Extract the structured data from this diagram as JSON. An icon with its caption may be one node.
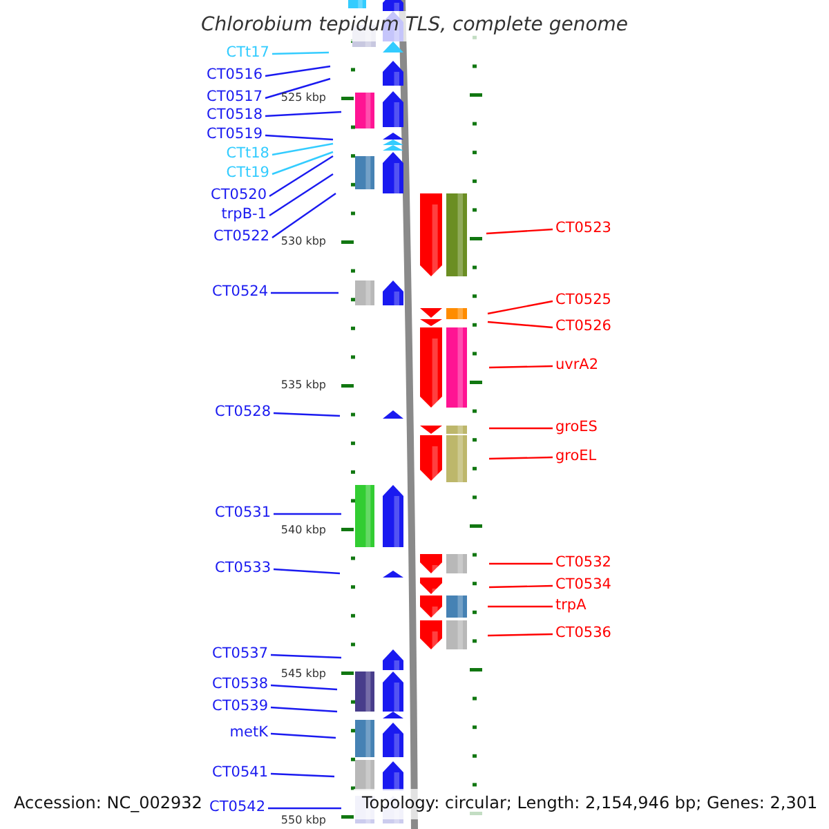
{
  "diagram": {
    "title": "Chlorobium tepidum TLS, complete genome",
    "nodes": [
      {
        "text": [
          "CTt17"
        ]
      },
      {
        "text": [
          "CT0516"
        ]
      },
      {
        "text": [
          "CT0517"
        ]
      },
      {
        "text": [
          "CT0518"
        ]
      },
      {
        "text": [
          "CT0519"
        ]
      },
      {
        "text": [
          "CTt18"
        ]
      },
      {
        "text": [
          "CTt19"
        ]
      },
      {
        "text": [
          "CT0520"
        ]
      },
      {
        "text": [
          "trpB-1"
        ]
      },
      {
        "text": [
          "CT0522"
        ]
      },
      {
        "text": [
          "CT0524"
        ]
      },
      {
        "text": [
          "CT0528"
        ]
      },
      {
        "text": [
          "CT0531"
        ]
      },
      {
        "text": [
          "CT0533"
        ]
      },
      {
        "text": [
          "CT0537"
        ]
      },
      {
        "text": [
          "CT0538"
        ]
      },
      {
        "text": [
          "CT0539"
        ]
      },
      {
        "text": [
          "metK"
        ]
      },
      {
        "text": [
          "CT0541"
        ]
      },
      {
        "text": [
          "CT0542"
        ]
      },
      {
        "text": [
          "CT0523"
        ]
      },
      {
        "text": [
          "CT0525"
        ]
      },
      {
        "text": [
          "CT0526"
        ]
      },
      {
        "text": [
          "uvrA2"
        ]
      },
      {
        "text": [
          "groES"
        ]
      },
      {
        "text": [
          "groEL"
        ]
      },
      {
        "text": [
          "CT0532"
        ]
      },
      {
        "text": [
          "CT0534"
        ]
      },
      {
        "text": [
          "trpA"
        ]
      },
      {
        "text": [
          "CT0536"
        ]
      }
    ],
    "edges": [
      {
        "from": 0,
        "to": null,
        "arrow": "none",
        "color": "#33ccff"
      },
      {
        "from": 1,
        "to": null,
        "arrow": "none"
      },
      {
        "from": 2,
        "to": null,
        "arrow": "none"
      },
      {
        "from": 3,
        "to": null,
        "arrow": "none"
      },
      {
        "from": 4,
        "to": null,
        "arrow": "none"
      },
      {
        "from": 5,
        "to": null,
        "arrow": "none",
        "color": "#33ccff"
      },
      {
        "from": 6,
        "to": null,
        "arrow": "none",
        "color": "#33ccff"
      },
      {
        "from": 7,
        "to": null,
        "arrow": "none"
      },
      {
        "from": 8,
        "to": null,
        "arrow": "none"
      },
      {
        "from": 9,
        "to": null,
        "arrow": "none"
      },
      {
        "from": 10,
        "to": null,
        "arrow": "none"
      },
      {
        "from": 11,
        "to": null,
        "arrow": "none"
      },
      {
        "from": 12,
        "to": null,
        "arrow": "none"
      },
      {
        "from": 13,
        "to": null,
        "arrow": "none"
      },
      {
        "from": 14,
        "to": null,
        "arrow": "none"
      },
      {
        "from": 15,
        "to": null,
        "arrow": "none"
      },
      {
        "from": 16,
        "to": null,
        "arrow": "none"
      },
      {
        "from": 17,
        "to": null,
        "arrow": "none"
      },
      {
        "from": 18,
        "to": null,
        "arrow": "none"
      },
      {
        "from": 19,
        "to": null,
        "arrow": "none"
      },
      {
        "from": 20,
        "to": null,
        "arrow": "none",
        "color": "#ff0000"
      },
      {
        "from": 21,
        "to": null,
        "arrow": "none",
        "color": "#ff0000"
      },
      {
        "from": 22,
        "to": null,
        "arrow": "none",
        "color": "#ff0000"
      },
      {
        "from": 23,
        "to": null,
        "arrow": "none",
        "color": "#ff0000"
      },
      {
        "from": 24,
        "to": null,
        "arrow": "none",
        "color": "#ff0000"
      },
      {
        "from": 25,
        "to": null,
        "arrow": "none",
        "color": "#ff0000"
      },
      {
        "from": 26,
        "to": null,
        "arrow": "none",
        "color": "#ff0000"
      },
      {
        "from": 27,
        "to": null,
        "arrow": "none",
        "color": "#ff0000"
      },
      {
        "from": 28,
        "to": null,
        "arrow": "none",
        "color": "#ff0000"
      },
      {
        "from": 29,
        "to": null,
        "arrow": "none",
        "color": "#ff0000"
      }
    ],
    "labels": [
      "525 kbp",
      "530 kbp",
      "535 kbp",
      "540 kbp",
      "545 kbp",
      "550 kbp",
      "Accession: NC_002932",
      "Topology: circular; Length: 2,154,946 bp; Genes: 2,301"
    ]
  }
}
